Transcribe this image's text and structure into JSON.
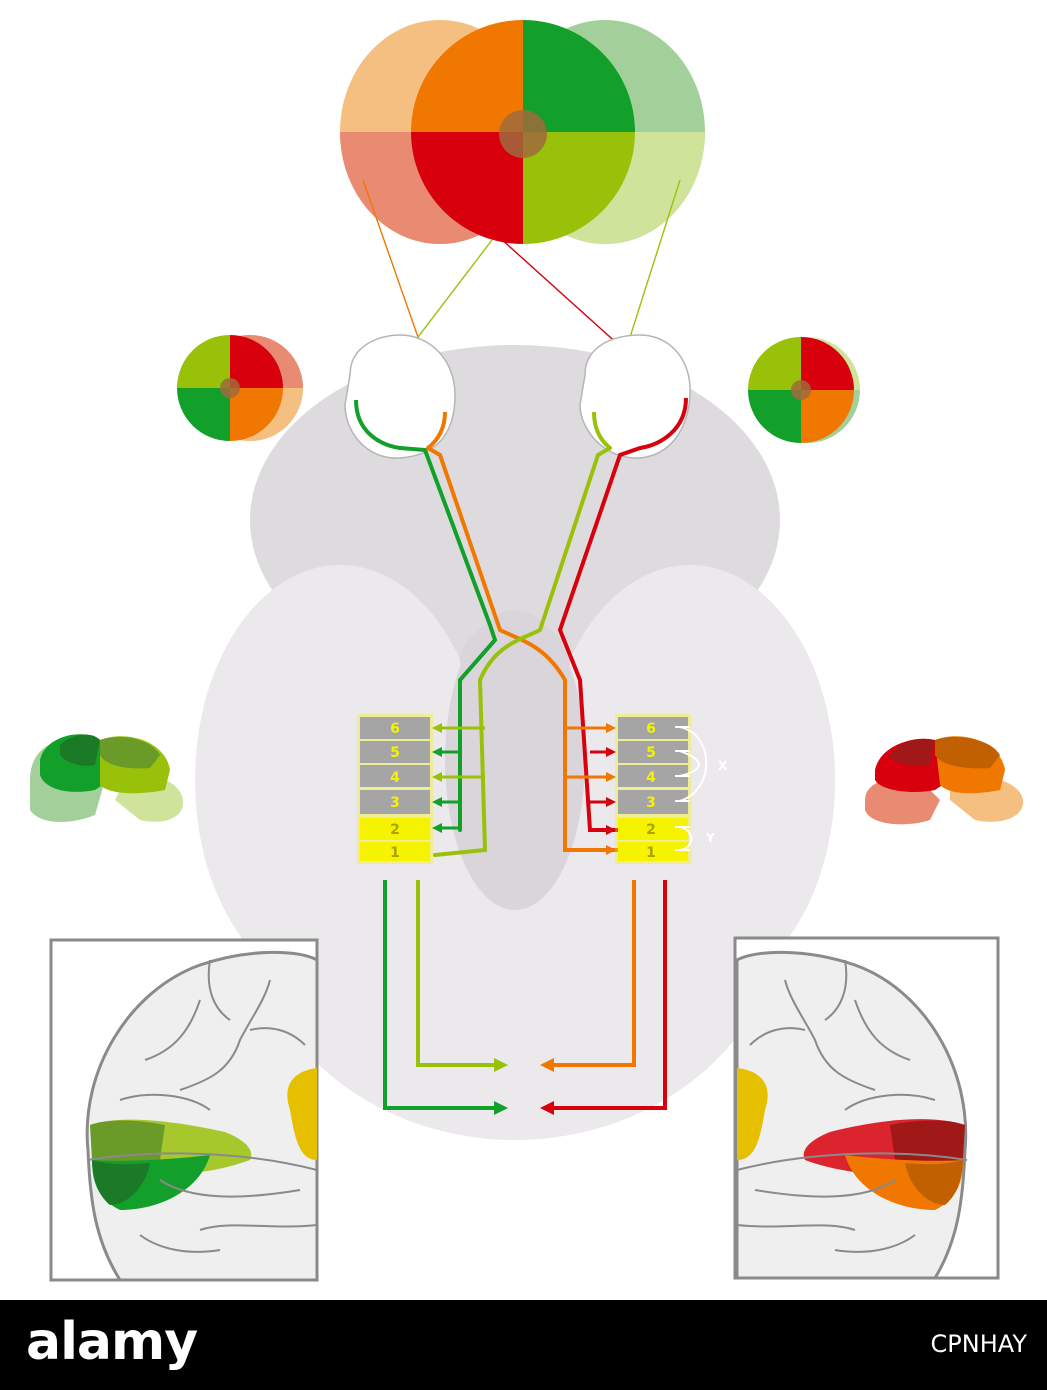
{
  "layers_left": [
    "6",
    "5",
    "4",
    "3",
    "2",
    "1"
  ],
  "layers_right": [
    "6",
    "5",
    "4",
    "3",
    "2",
    "1"
  ],
  "marker_x": "X",
  "marker_y": "Y",
  "footer": {
    "logo": "alamy",
    "image_id": "CPNHAY"
  },
  "colors": {
    "orange": "#f07800",
    "red": "#d8000c",
    "green": "#12a02a",
    "yellow_green": "#9ac10a",
    "layer_gray": "#a5a5a5",
    "layer_yellow": "#f7f200",
    "brain": "#dedbde"
  }
}
